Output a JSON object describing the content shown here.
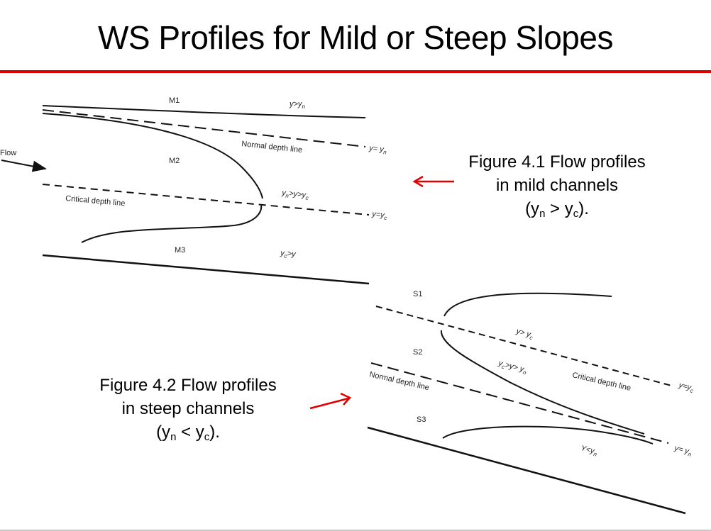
{
  "slide": {
    "title": "WS Profiles for Mild or Steep Slopes",
    "accent_color": "#e00000"
  },
  "mild_figure": {
    "flow_label": "Flow",
    "zones": [
      "M1",
      "M2",
      "M3"
    ],
    "region_labels": {
      "m1": "y>y",
      "m1_sub": "n",
      "m2_a": "y",
      "m2_a_sub": "n",
      "m2_b": ">y>y",
      "m2_b_sub": "c",
      "m3_a": "y",
      "m3_a_sub": "c",
      "m3_b": ">y"
    },
    "normal_line_label": "Normal depth line",
    "normal_line_end": "y= y",
    "normal_line_end_sub": "n",
    "critical_line_label": "Critical depth line",
    "critical_line_end": "y=y",
    "critical_line_end_sub": "c"
  },
  "steep_figure": {
    "zones": [
      "S1",
      "S2",
      "S3"
    ],
    "region_labels": {
      "s1": "y> y",
      "s1_sub": "c",
      "s2_a": "y",
      "s2_a_sub": "c",
      "s2_b": ">y> y",
      "s2_b_sub": "n",
      "s3": "Y<y",
      "s3_sub": "n"
    },
    "normal_line_label": "Normal depth line",
    "normal_line_end": "y= y",
    "normal_line_end_sub": "n",
    "critical_line_label": "Critical depth line",
    "critical_line_end": "y=y",
    "critical_line_end_sub": "c"
  },
  "captions": {
    "fig41": {
      "line1": "Figure 4.1 Flow profiles",
      "line2": "in mild channels",
      "line3_open": "(y",
      "line3_sub1": "n",
      "line3_mid": " > y",
      "line3_sub2": "c",
      "line3_close": ")."
    },
    "fig42": {
      "line1": "Figure 4.2 Flow profiles",
      "line2": "in steep channels",
      "line3_open": "(y",
      "line3_sub1": "n",
      "line3_mid": " < y",
      "line3_sub2": "c",
      "line3_close": ")."
    }
  }
}
